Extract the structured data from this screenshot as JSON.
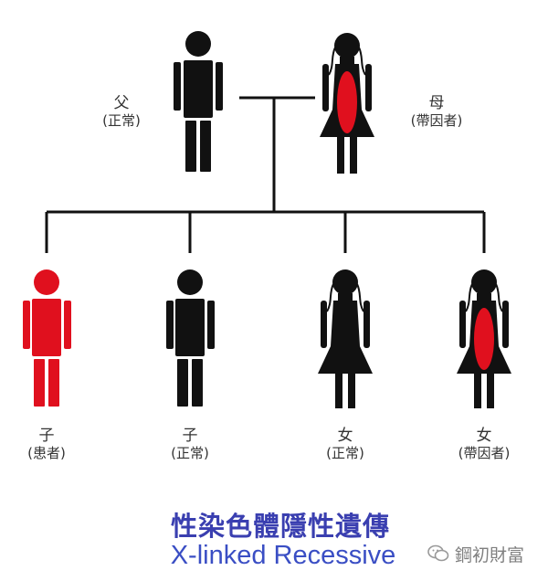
{
  "title_cn": "性染色體隱性遺傳",
  "title_en": "X-linked Recessive",
  "watermark": "鋼初財富",
  "colors": {
    "affected": "#e0101e",
    "normal": "#111111",
    "carrier_mark": "#e0101e",
    "caption": "#3a3fb0"
  },
  "parents": [
    {
      "relation": "父",
      "status": "(正常)",
      "sex": "male",
      "state": "normal"
    },
    {
      "relation": "母",
      "status": "(帶因者)",
      "sex": "female",
      "state": "carrier"
    }
  ],
  "children": [
    {
      "relation": "子",
      "status": "(患者)",
      "sex": "male",
      "state": "affected"
    },
    {
      "relation": "子",
      "status": "(正常)",
      "sex": "male",
      "state": "normal"
    },
    {
      "relation": "女",
      "status": "(正常)",
      "sex": "female",
      "state": "normal"
    },
    {
      "relation": "女",
      "status": "(帶因者)",
      "sex": "female",
      "state": "carrier"
    }
  ]
}
